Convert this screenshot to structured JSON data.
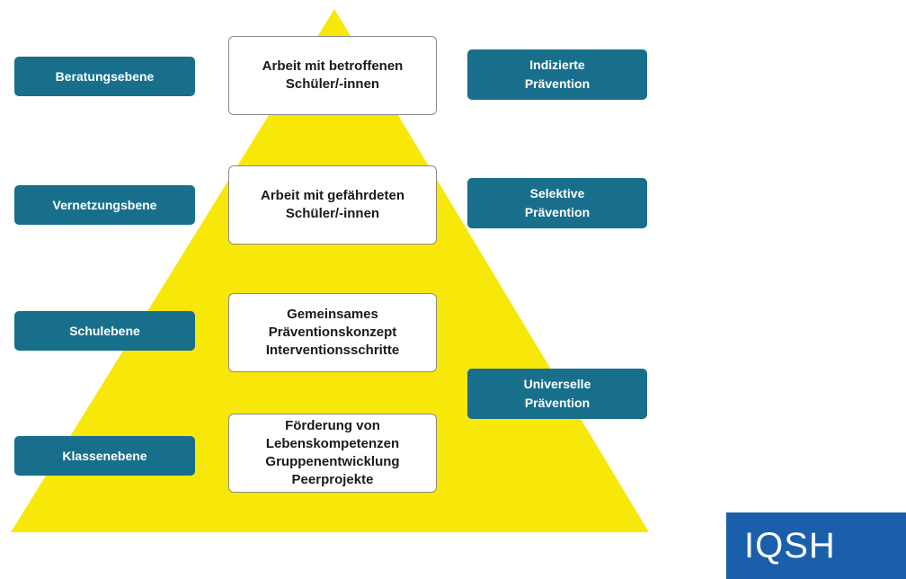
{
  "colors": {
    "pyramid": "#f8e80a",
    "label_bg": "#186f8c",
    "logo_bg": "#1a5faa"
  },
  "levels": [
    {
      "name": "Beratungsebene"
    },
    {
      "name": "Vernetzungsbene"
    },
    {
      "name": "Schulebene"
    },
    {
      "name": "Klassenebene"
    }
  ],
  "measures": [
    {
      "lines": [
        "Arbeit mit betroffenen",
        "Schüler/-innen"
      ]
    },
    {
      "lines": [
        "Arbeit mit gefährdeten",
        "Schüler/-innen"
      ]
    },
    {
      "lines": [
        "Gemeinsames",
        "Präventionskonzept",
        "Interventionsschritte"
      ]
    },
    {
      "lines": [
        "Förderung von",
        "Lebenskompetenzen",
        "Gruppenentwicklung",
        "Peerprojekte"
      ]
    }
  ],
  "prevention": [
    {
      "lines": [
        "Indizierte",
        "Prävention"
      ]
    },
    {
      "lines": [
        "Selektive",
        "Prävention"
      ]
    },
    {
      "lines": [
        "Universelle",
        "Prävention"
      ]
    }
  ],
  "logo": {
    "text": "IQSH"
  }
}
